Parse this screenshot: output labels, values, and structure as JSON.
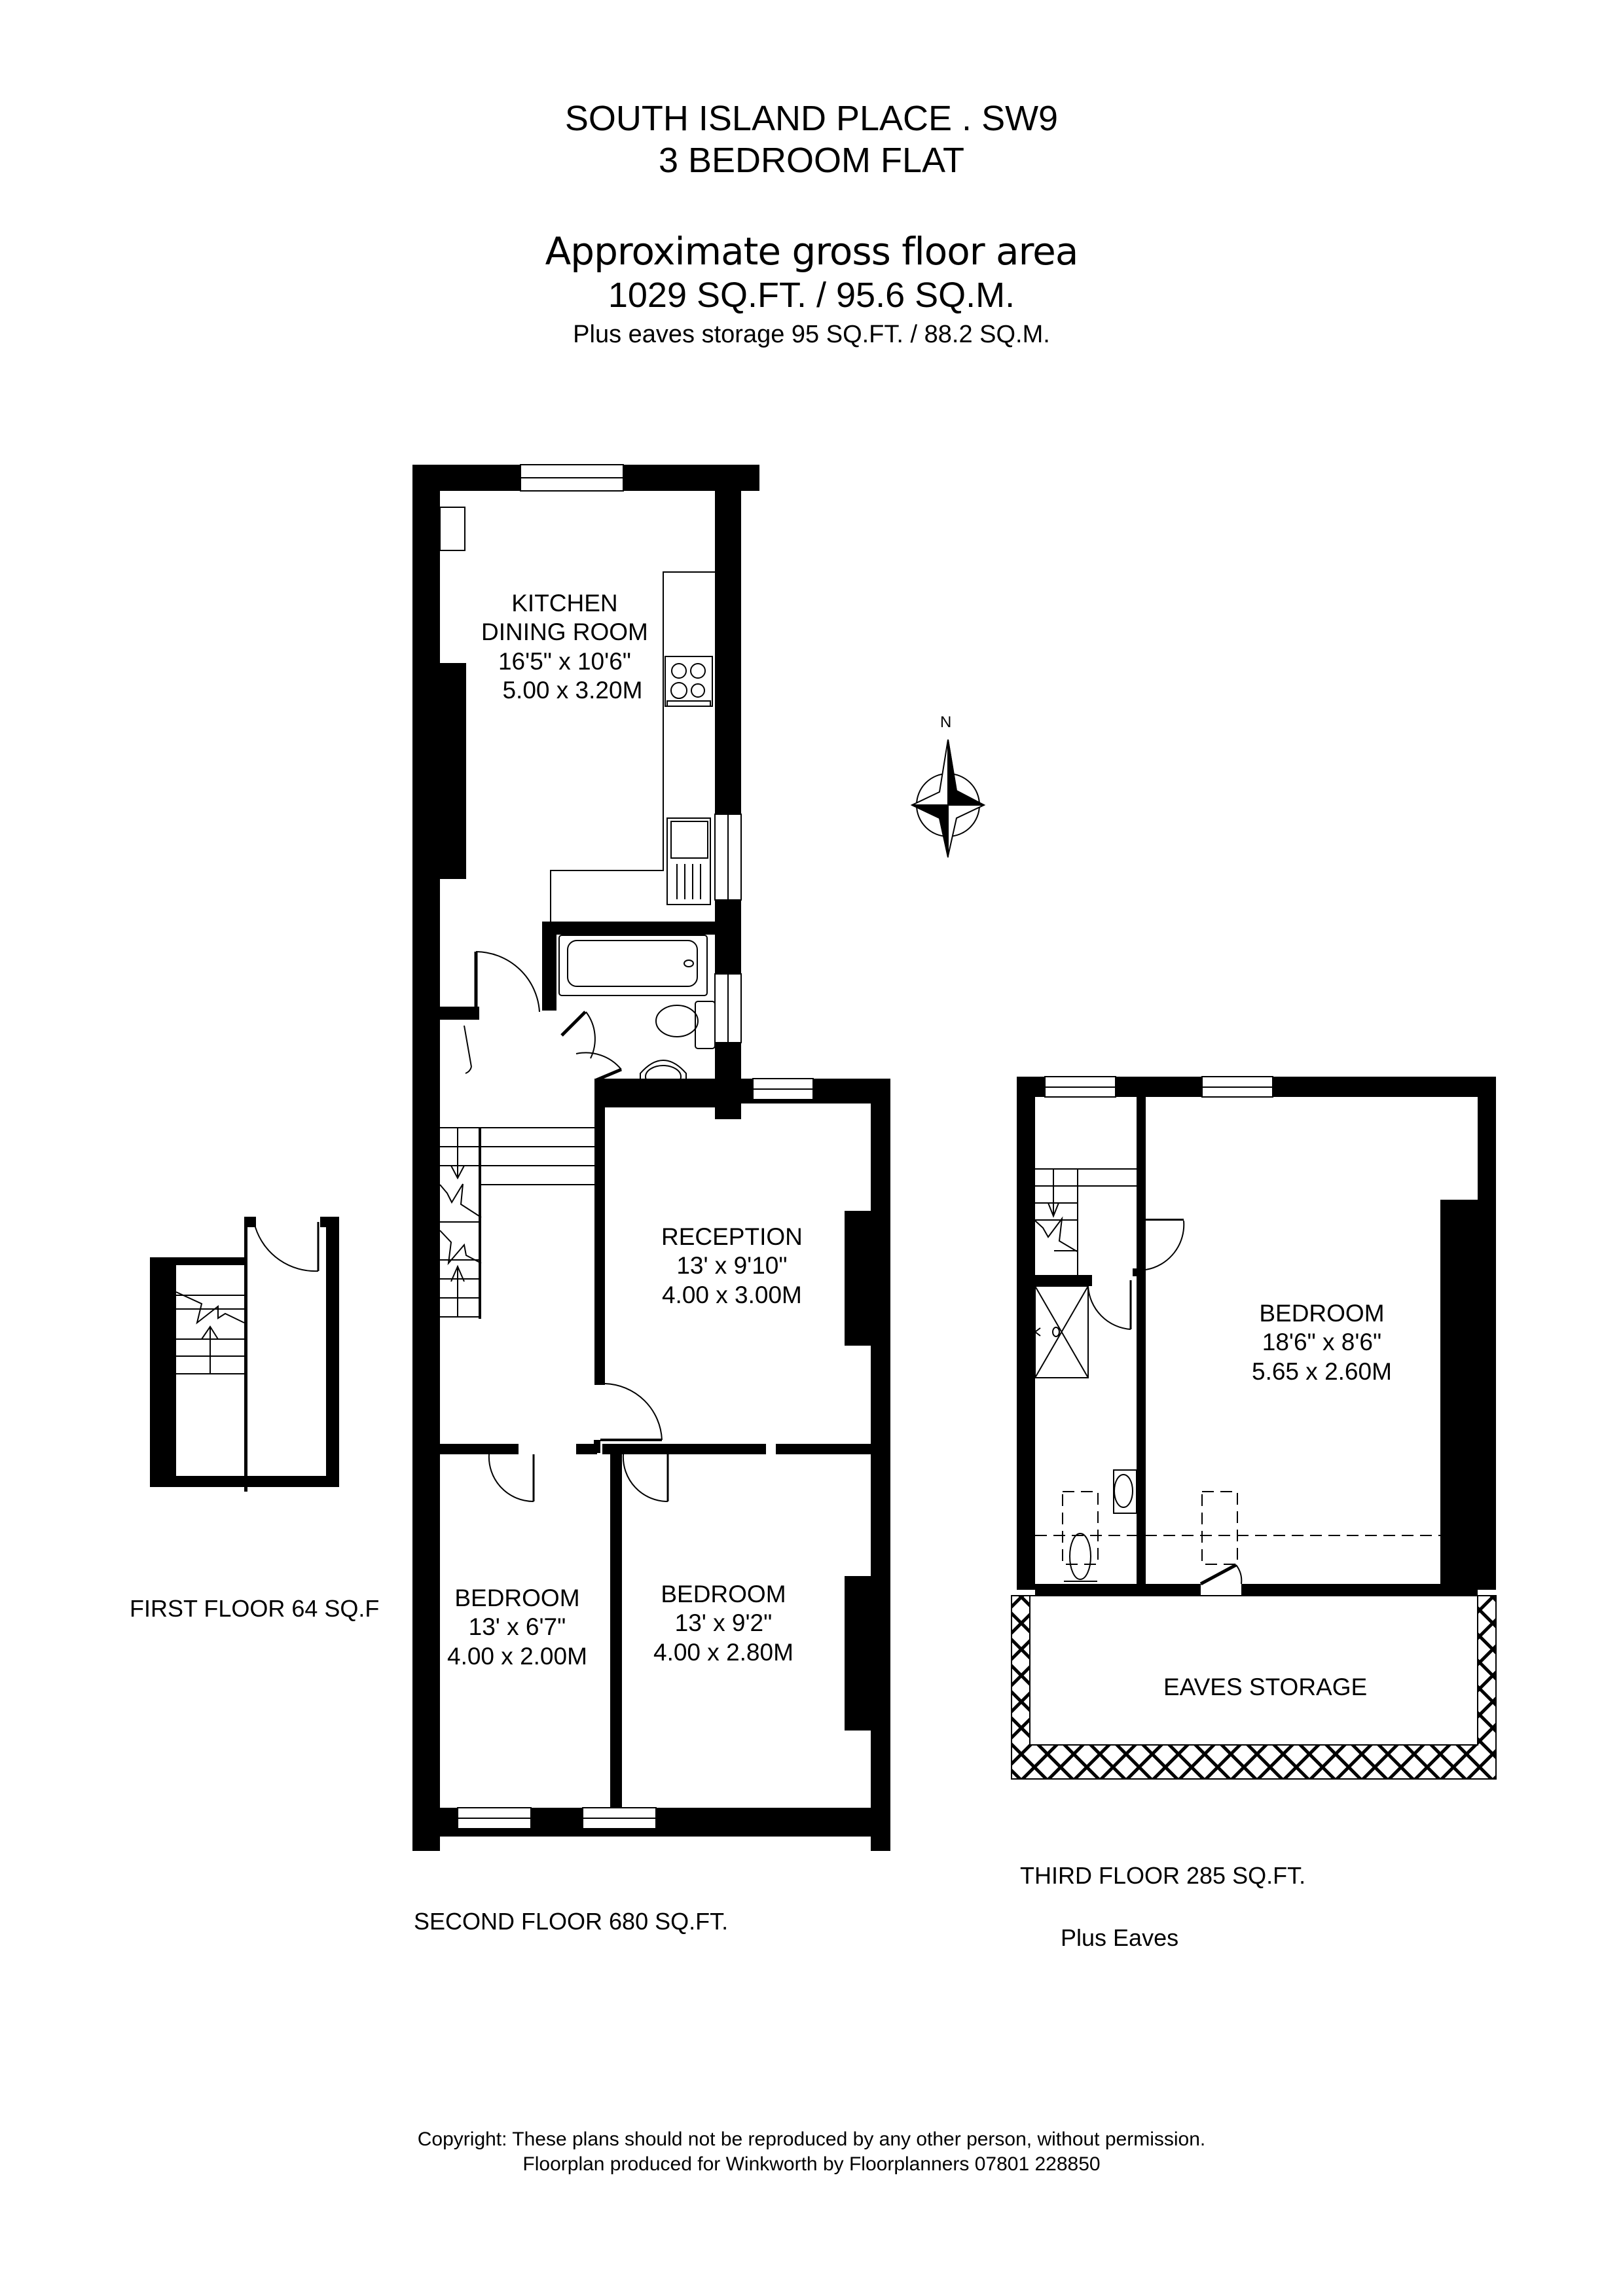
{
  "header": {
    "address": "SOUTH ISLAND PLACE . SW9",
    "property_type": "3 BEDROOM FLAT",
    "area_caption": "Approximate gross floor area",
    "total_area": "1029 SQ.FT. / 95.6 SQ.M.",
    "eaves_note": "Plus eaves storage 95 SQ.FT. / 88.2 SQ.M."
  },
  "compass": {
    "north_label": "N"
  },
  "floors": {
    "first": {
      "label": "FIRST FLOOR 64 SQ.F"
    },
    "second": {
      "label": "SECOND FLOOR 680 SQ.FT.",
      "rooms": {
        "kitchen": {
          "name_line1": "KITCHEN",
          "name_line2": "DINING ROOM",
          "imperial": "16'5\" x 10'6\"",
          "metric": "5.00 x 3.20M"
        },
        "reception": {
          "name": "RECEPTION",
          "imperial": "13' x 9'10\"",
          "metric": "4.00 x 3.00M"
        },
        "bedroom_left": {
          "name": "BEDROOM",
          "imperial": "13' x 6'7\"",
          "metric": "4.00 x 2.00M"
        },
        "bedroom_right": {
          "name": "BEDROOM",
          "imperial": "13' x 9'2\"",
          "metric": "4.00 x 2.80M"
        }
      }
    },
    "third": {
      "label": "THIRD FLOOR 285 SQ.FT.",
      "sub_label": "Plus Eaves",
      "rooms": {
        "bedroom": {
          "name": "BEDROOM",
          "imperial": "18'6\" x 8'6\"",
          "metric": "5.65 x 2.60M"
        },
        "eaves": {
          "name": "EAVES STORAGE"
        }
      }
    }
  },
  "footer": {
    "copyright": "Copyright: These plans should not be reproduced by any other person, without permission.",
    "credit": "Floorplan produced for Winkworth by Floorplanners 07801 228850"
  },
  "colors": {
    "wall": "#000000",
    "background": "#ffffff",
    "line": "#000000"
  }
}
